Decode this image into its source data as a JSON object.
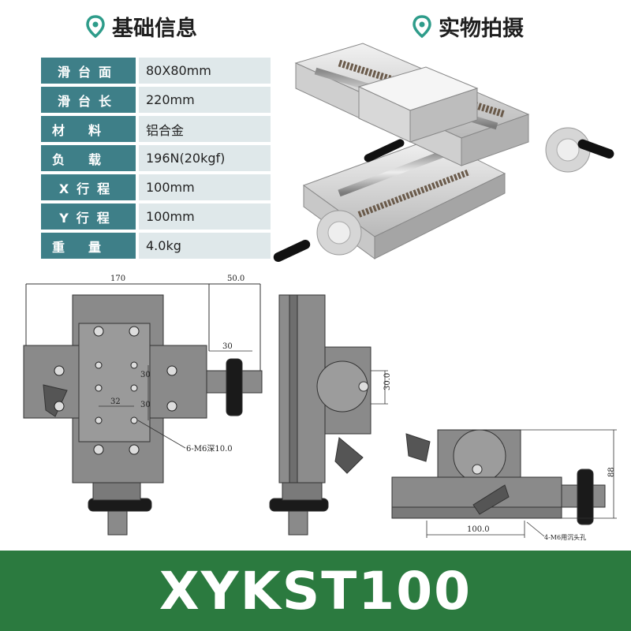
{
  "headers": {
    "basic_info": "基础信息",
    "photo": "实物拍摄"
  },
  "specs": [
    {
      "label": "滑台面",
      "value": "80X80mm"
    },
    {
      "label": "滑台长",
      "value": "220mm"
    },
    {
      "label": "材料",
      "value": "铝合金"
    },
    {
      "label": "负载",
      "value": "196N(20kgf)"
    },
    {
      "label": "X行程",
      "value": "100mm"
    },
    {
      "label": "Y行程",
      "value": "100mm"
    },
    {
      "label": "重量",
      "value": "4.0kg"
    }
  ],
  "drawing": {
    "dim_170": "170",
    "dim_50": "50.0",
    "dim_30_top": "30",
    "dim_30_a": "30",
    "dim_30_b": "30",
    "dim_32": "32",
    "note_m6": "6-M6深10.0",
    "dim_30_side": "30.0",
    "dim_88": "88",
    "dim_100": "100.0",
    "note_m6_counter": "4-M6用沉头孔"
  },
  "model": "XYKST100",
  "colors": {
    "label_bg": "#3e7f88",
    "value_bg": "#dfe8ea",
    "banner_bg": "#2b7a3f",
    "icon": "#2e9c8a"
  },
  "icons": [
    "location-pin-icon"
  ]
}
